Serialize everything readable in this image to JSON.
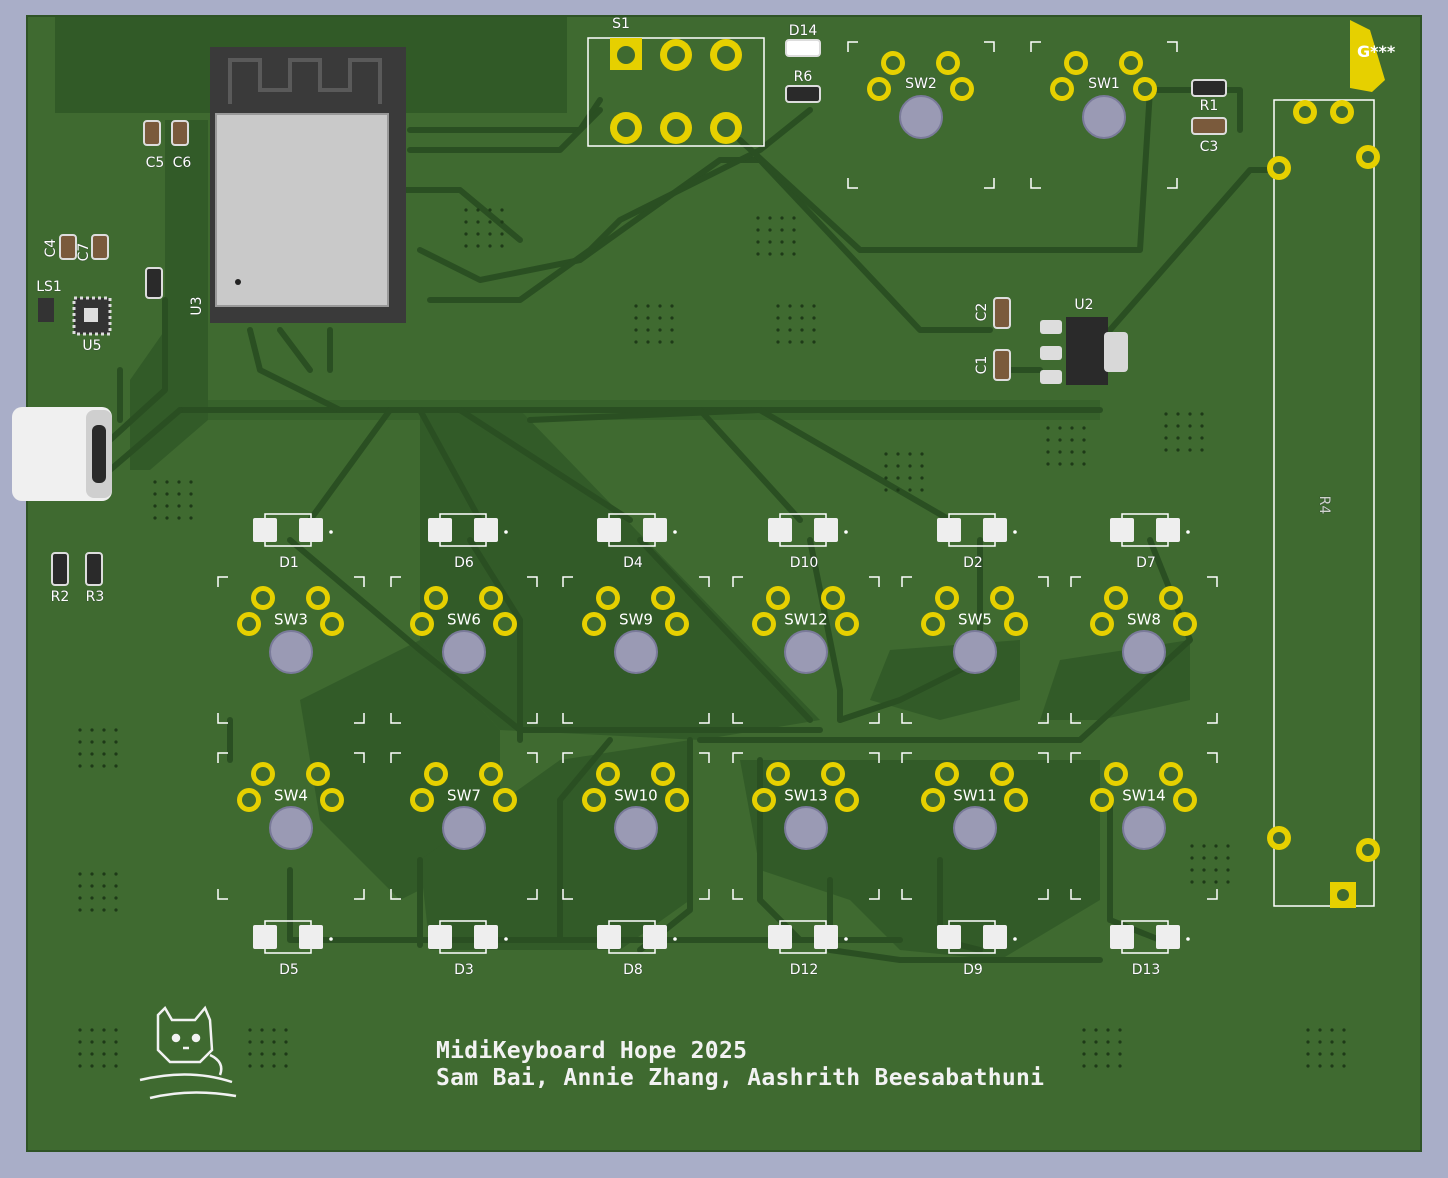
{
  "board": {
    "title_line1": "MidiKeyboard Hope 2025",
    "title_line2": "Sam Bai, Annie Zhang, Aashrith Beesabathuni",
    "corner_text": "G***",
    "colors": {
      "background": "#a9aec8",
      "substrate": "#3f6a30",
      "copper_pour": "#305726",
      "trace": "#2a4f22",
      "pad_gold": "#e6d000",
      "pad_white": "#eeeeee",
      "silkscreen": "#ffffff",
      "switch_cutout": "#9a9ab4"
    }
  },
  "components": {
    "S1": "S1",
    "D14": "D14",
    "R6": "R6",
    "SW2": "SW2",
    "SW1": "SW1",
    "R1": "R1",
    "C3": "C3",
    "C5": "C5",
    "C6": "C6",
    "C4": "C4",
    "C7": "C7",
    "LS1": "LS1",
    "U5": "U5",
    "U3": "U3",
    "U2": "U2",
    "C2": "C2",
    "C1": "C1",
    "R2": "R2",
    "R3": "R3",
    "R4": "R4"
  },
  "diodes_top": [
    "D1",
    "D6",
    "D4",
    "D10",
    "D2",
    "D7"
  ],
  "diodes_bottom": [
    "D5",
    "D3",
    "D8",
    "D12",
    "D9",
    "D13"
  ],
  "switches_row1": [
    "SW3",
    "SW6",
    "SW9",
    "SW12",
    "SW5",
    "SW8"
  ],
  "switches_row2": [
    "SW4",
    "SW7",
    "SW10",
    "SW13",
    "SW11",
    "SW14"
  ],
  "icons": [
    "cat-mascot-icon",
    "usb-c-connector-icon",
    "esp32-module-icon"
  ]
}
